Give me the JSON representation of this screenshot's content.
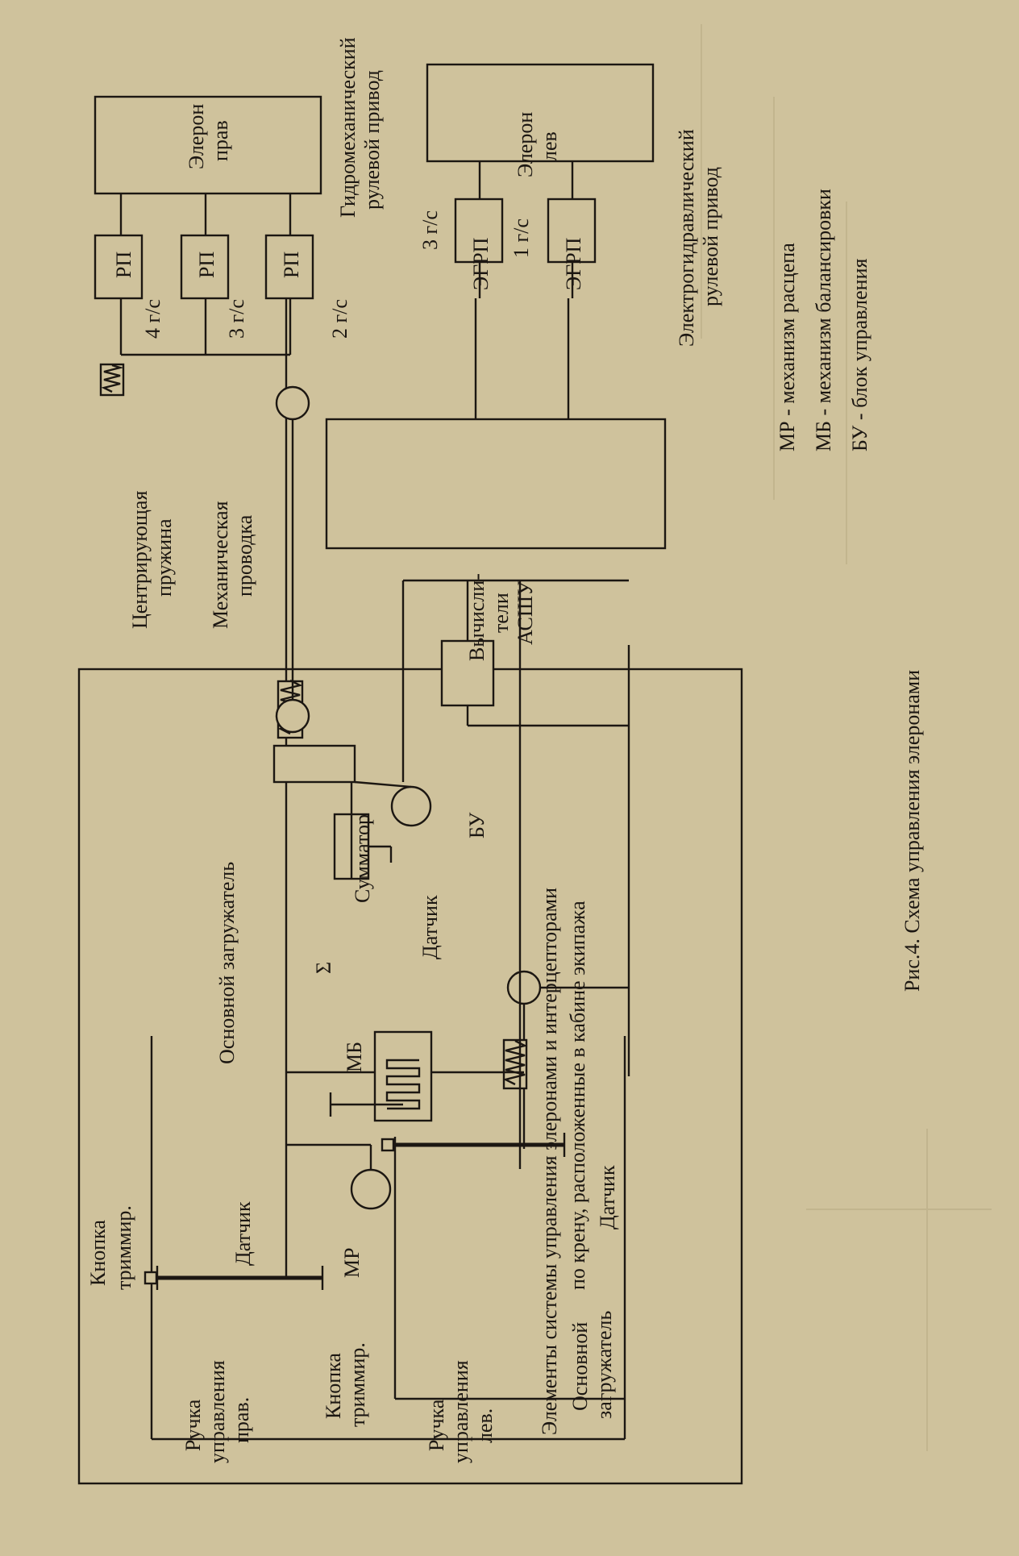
{
  "diagram": {
    "caption": "Рис.4. Схема управления элеронами",
    "cabin_area_label": [
      "Элементы системы управления элеронами и интерцепторами",
      "по крену, расположенные в кабине экипажа"
    ],
    "legend": [
      "МР - механизм расцепа",
      "МБ - механизм балансировки",
      "БУ - блок управления"
    ],
    "blocks": {
      "aileron_right": [
        "Элерон",
        "прав"
      ],
      "aileron_left": [
        "Элерон",
        "лев"
      ],
      "rp": "РП",
      "egrp": "ЭГРП",
      "computers": [
        "Вычисли-",
        "тели",
        "АСШУ"
      ],
      "bu": "БУ",
      "mb": "МБ",
      "summator_symbol": "Σ"
    },
    "labels": {
      "hydromech_drive": [
        "Гидромеханический",
        "рулевой привод"
      ],
      "electrohydraulic_drive": [
        "Электрогидравлический",
        "рулевой привод"
      ],
      "centering_spring": [
        "Центрирующая",
        "пружина"
      ],
      "mechanical_wiring": [
        "Механическая",
        "проводка"
      ],
      "main_loader_top": "Основной загружатель",
      "summator": "Сумматор",
      "sensor": "Датчик",
      "trim_button_top": [
        "Кнопка",
        "триммир."
      ],
      "trim_button_mid": [
        "Кнопка",
        "триммир."
      ],
      "stick_right": [
        "Ручка",
        "управления",
        "прав."
      ],
      "stick_left": [
        "Ручка",
        "управления",
        "лев."
      ],
      "mr": "МР",
      "main_loader_bottom": [
        "Основной",
        "загружатель"
      ],
      "hydro_systems": {
        "rp1": "4 г/с",
        "rp2": "3 г/с",
        "rp3": "2 г/с",
        "egrp1": "3 г/с",
        "egrp2": "1 г/с"
      }
    }
  }
}
